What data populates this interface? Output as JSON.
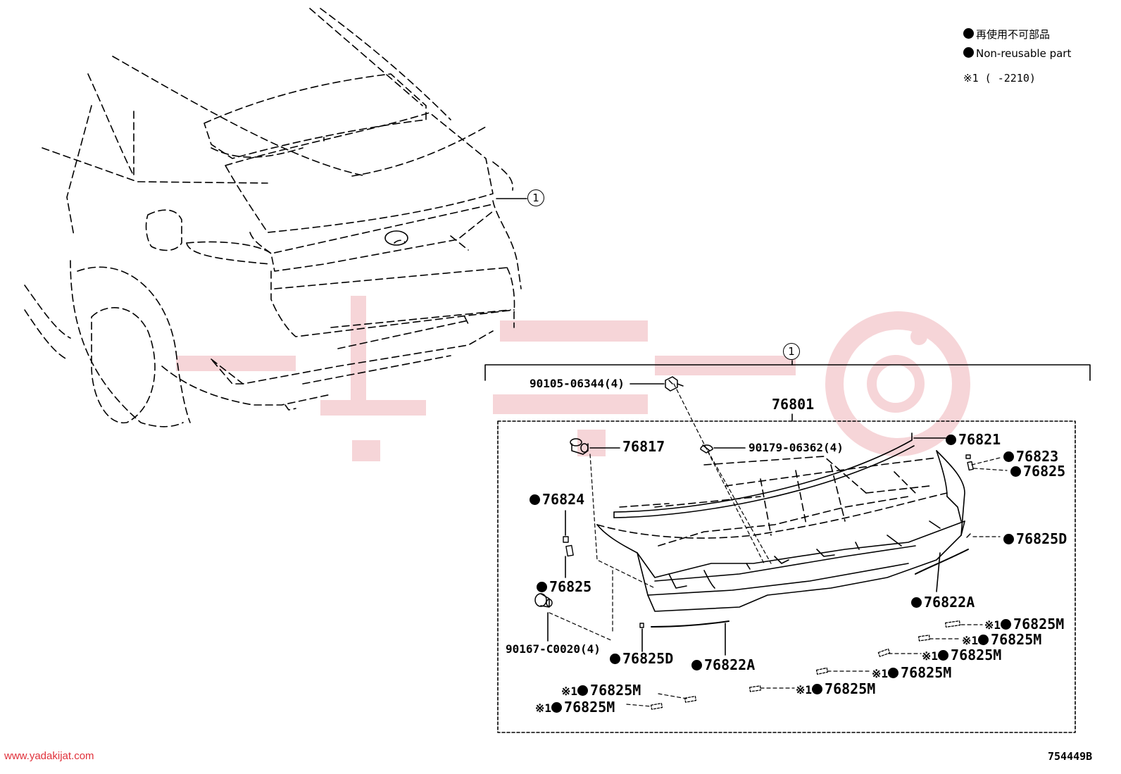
{
  "legend": {
    "non_reusable_jp": "再使用不可部品",
    "non_reusable_en": "Non-reusable part",
    "note": "※1 (      -2210)"
  },
  "callouts": {
    "assembly_ref": "1",
    "group_ref": "1"
  },
  "parts": {
    "p90105": "90105-06344(4)",
    "p76801": "76801",
    "p76817": "76817",
    "p90179": "90179-06362(4)",
    "p76821": "76821",
    "p76823": "76823",
    "p76825_r": "76825",
    "p76824": "76824",
    "p76825_l": "76825",
    "p76825d_r": "76825D",
    "p76822a_r": "76822A",
    "p90167": "90167-C0020(4)",
    "p76825d_b": "76825D",
    "p76822a_b": "76822A",
    "m_prefix": "※1",
    "m1": "76825M",
    "m2": "76825M",
    "m3": "76825M",
    "m4": "76825M",
    "m5": "76825M",
    "m6": "76825M",
    "m7": "76825M"
  },
  "footer": {
    "website": "www.yadakijat.com",
    "diagram_code": "754449B"
  },
  "colors": {
    "line": "#000000",
    "watermark": "#f3c7cb",
    "website": "#e0303a"
  }
}
